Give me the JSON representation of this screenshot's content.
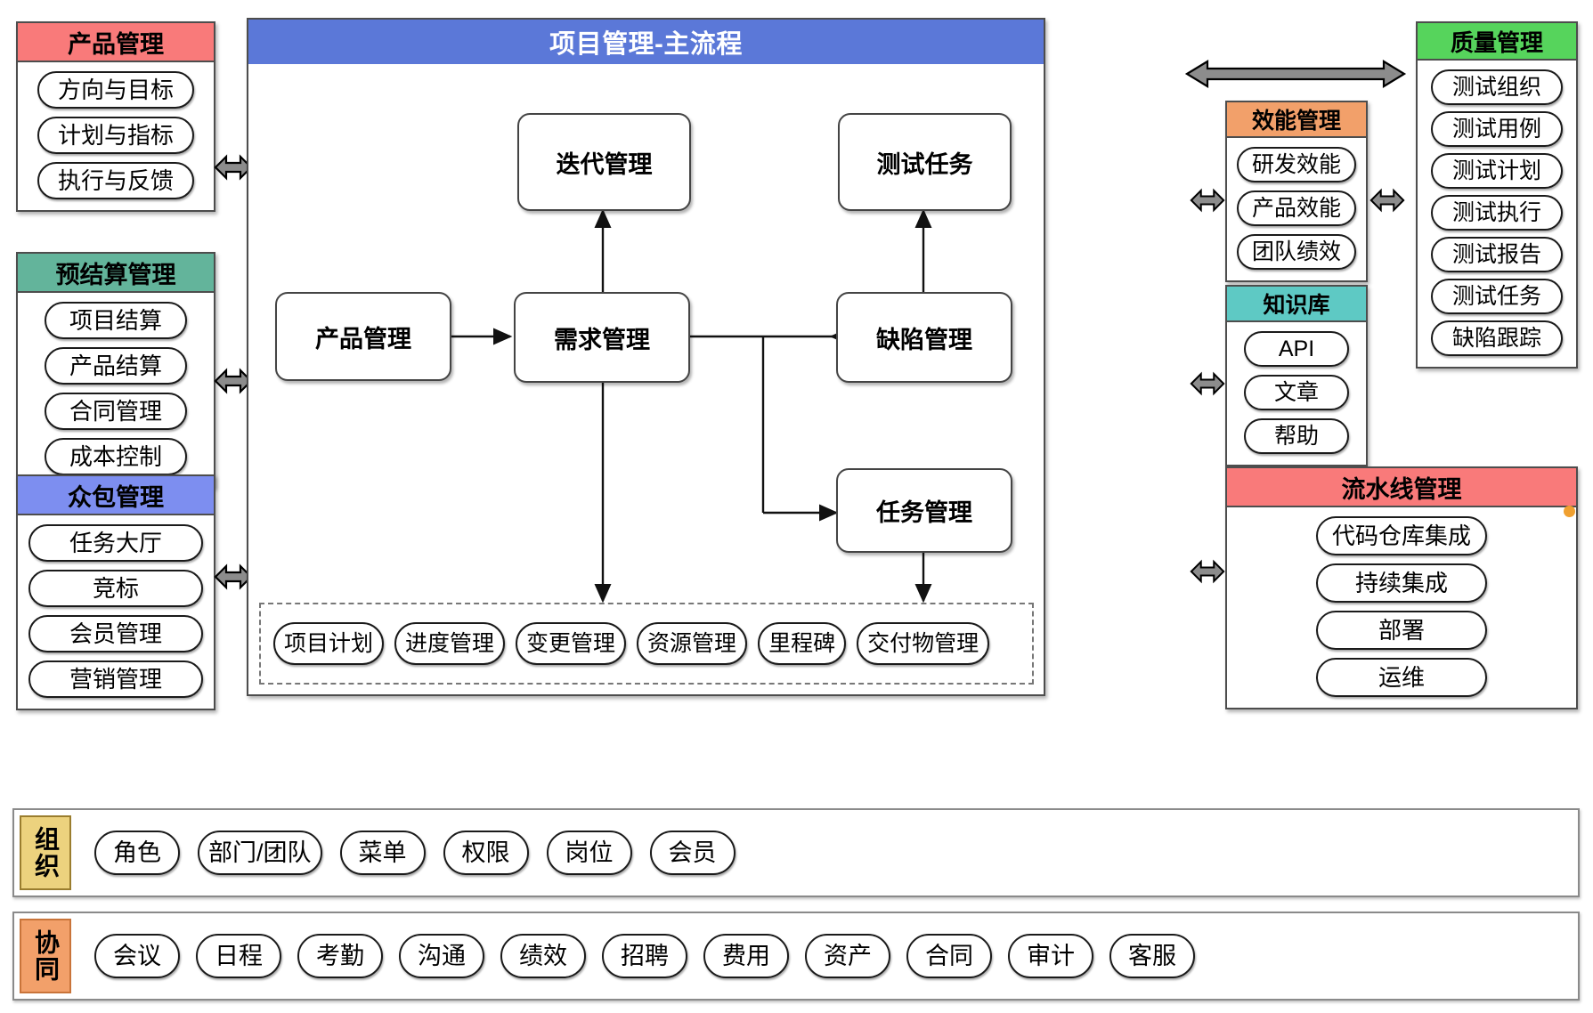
{
  "diagram": {
    "title": "项目管理-主流程",
    "left_groups": [
      {
        "title": "产品管理",
        "color": "#f97a7a",
        "items": [
          "方向与目标",
          "计划与指标",
          "执行与反馈"
        ]
      },
      {
        "title": "预结算管理",
        "color": "#63b49b",
        "items": [
          "项目结算",
          "产品结算",
          "合同管理",
          "成本控制"
        ]
      },
      {
        "title": "众包管理",
        "color": "#7d8ef0",
        "items": [
          "任务大厅",
          "竞标",
          "会员管理",
          "营销管理"
        ]
      }
    ],
    "main_flow": {
      "nodes": [
        {
          "id": "iteration",
          "label": "迭代管理"
        },
        {
          "id": "test-task",
          "label": "测试任务"
        },
        {
          "id": "product",
          "label": "产品管理"
        },
        {
          "id": "requirement",
          "label": "需求管理"
        },
        {
          "id": "defect",
          "label": "缺陷管理"
        },
        {
          "id": "task",
          "label": "任务管理"
        }
      ],
      "sub_items": [
        "项目计划",
        "进度管理",
        "变更管理",
        "资源管理",
        "里程碑",
        "交付物管理"
      ]
    },
    "right_groups": [
      {
        "title": "效能管理",
        "color": "#f2a06a",
        "items": [
          "研发效能",
          "产品效能",
          "团队绩效"
        ]
      },
      {
        "title": "知识库",
        "color": "#5ec9c4",
        "items": [
          "API",
          "文章",
          "帮助"
        ]
      },
      {
        "title": "质量管理",
        "color": "#56d45c",
        "items": [
          "测试组织",
          "测试用例",
          "测试计划",
          "测试执行",
          "测试报告",
          "测试任务",
          "缺陷跟踪"
        ]
      },
      {
        "title": "流水线管理",
        "color": "#f97a7a",
        "items": [
          "代码仓库集成",
          "持续集成",
          "部署",
          "运维"
        ]
      }
    ],
    "bottom_bars": [
      {
        "label": "组织",
        "label_color": "#ecd27e",
        "items": [
          "角色",
          "部门/团队",
          "菜单",
          "权限",
          "岗位",
          "会员"
        ]
      },
      {
        "label": "协同",
        "label_color": "#f2a06a",
        "items": [
          "会议",
          "日程",
          "考勤",
          "沟通",
          "绩效",
          "招聘",
          "费用",
          "资产",
          "合同",
          "审计",
          "客服"
        ]
      }
    ]
  }
}
